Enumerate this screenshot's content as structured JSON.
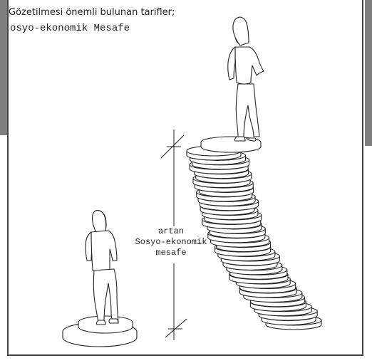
{
  "figure": {
    "title": "Gözetilmesi önemli bulunan tarifler;",
    "subtitle": "osyo-ekonomik Mesafe",
    "distance_label": {
      "line1": "artan",
      "line2": "Sosyo-ekonomik",
      "line3": "mesafe"
    }
  },
  "colors": {
    "frame": "#444444",
    "side_bands": "#7f7f7f",
    "ink": "#222222"
  },
  "icons": [
    "person-standing-icon",
    "coin-stack-icon",
    "distance-arrow-icon"
  ]
}
